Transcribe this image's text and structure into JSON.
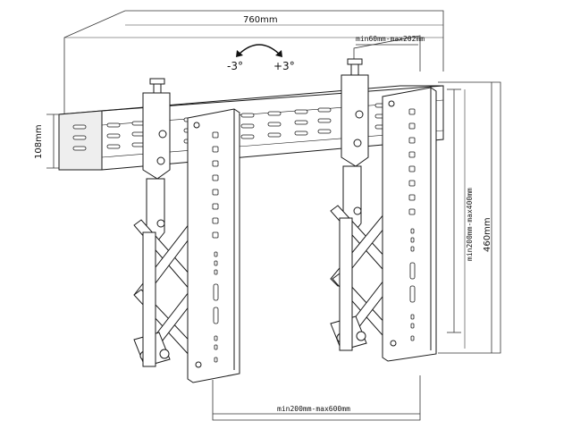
{
  "dimensions": {
    "overall_width": "760mm",
    "rail_height": "108mm",
    "overall_height": "460mm",
    "arm_offset_range": "min60mm-max202mm",
    "vertical_pattern_range": "min200mm-max400mm",
    "horizontal_pattern_range": "min200mm-max600mm"
  },
  "tilt": {
    "negative": "-3°",
    "positive": "+3°"
  },
  "colors": {
    "line": "#1a1a1a",
    "dim_line": "#333333",
    "fill": "#ffffff",
    "shade": "#e6e6e6"
  }
}
